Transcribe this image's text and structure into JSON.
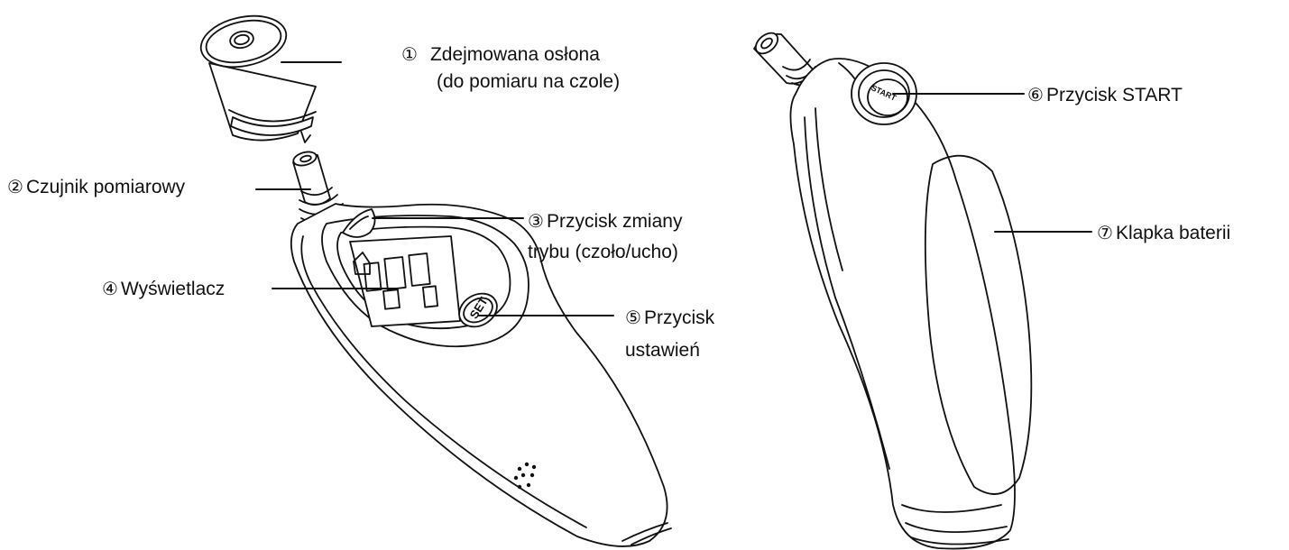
{
  "callouts": [
    {
      "id": "1",
      "marker": "①",
      "lines": [
        "Zdejmowana osłona",
        "(do pomiaru na czole)"
      ]
    },
    {
      "id": "2",
      "marker": "②",
      "lines": [
        "Czujnik pomiarowy"
      ]
    },
    {
      "id": "3",
      "marker": "③",
      "lines": [
        "Przycisk zmiany",
        "trybu (czoło/ucho)"
      ]
    },
    {
      "id": "4",
      "marker": "④",
      "lines": [
        "Wyświetlacz"
      ]
    },
    {
      "id": "5",
      "marker": "⑤",
      "lines": [
        "Przycisk",
        "ustawień"
      ]
    },
    {
      "id": "6",
      "marker": "⑥",
      "lines": [
        "Przycisk START"
      ]
    },
    {
      "id": "7",
      "marker": "⑦",
      "lines": [
        "Klapka baterii"
      ]
    }
  ],
  "device_text": {
    "set_button": "SET",
    "start_button": "START"
  },
  "colors": {
    "line": "#111111",
    "device_fill": "#ffffff"
  }
}
